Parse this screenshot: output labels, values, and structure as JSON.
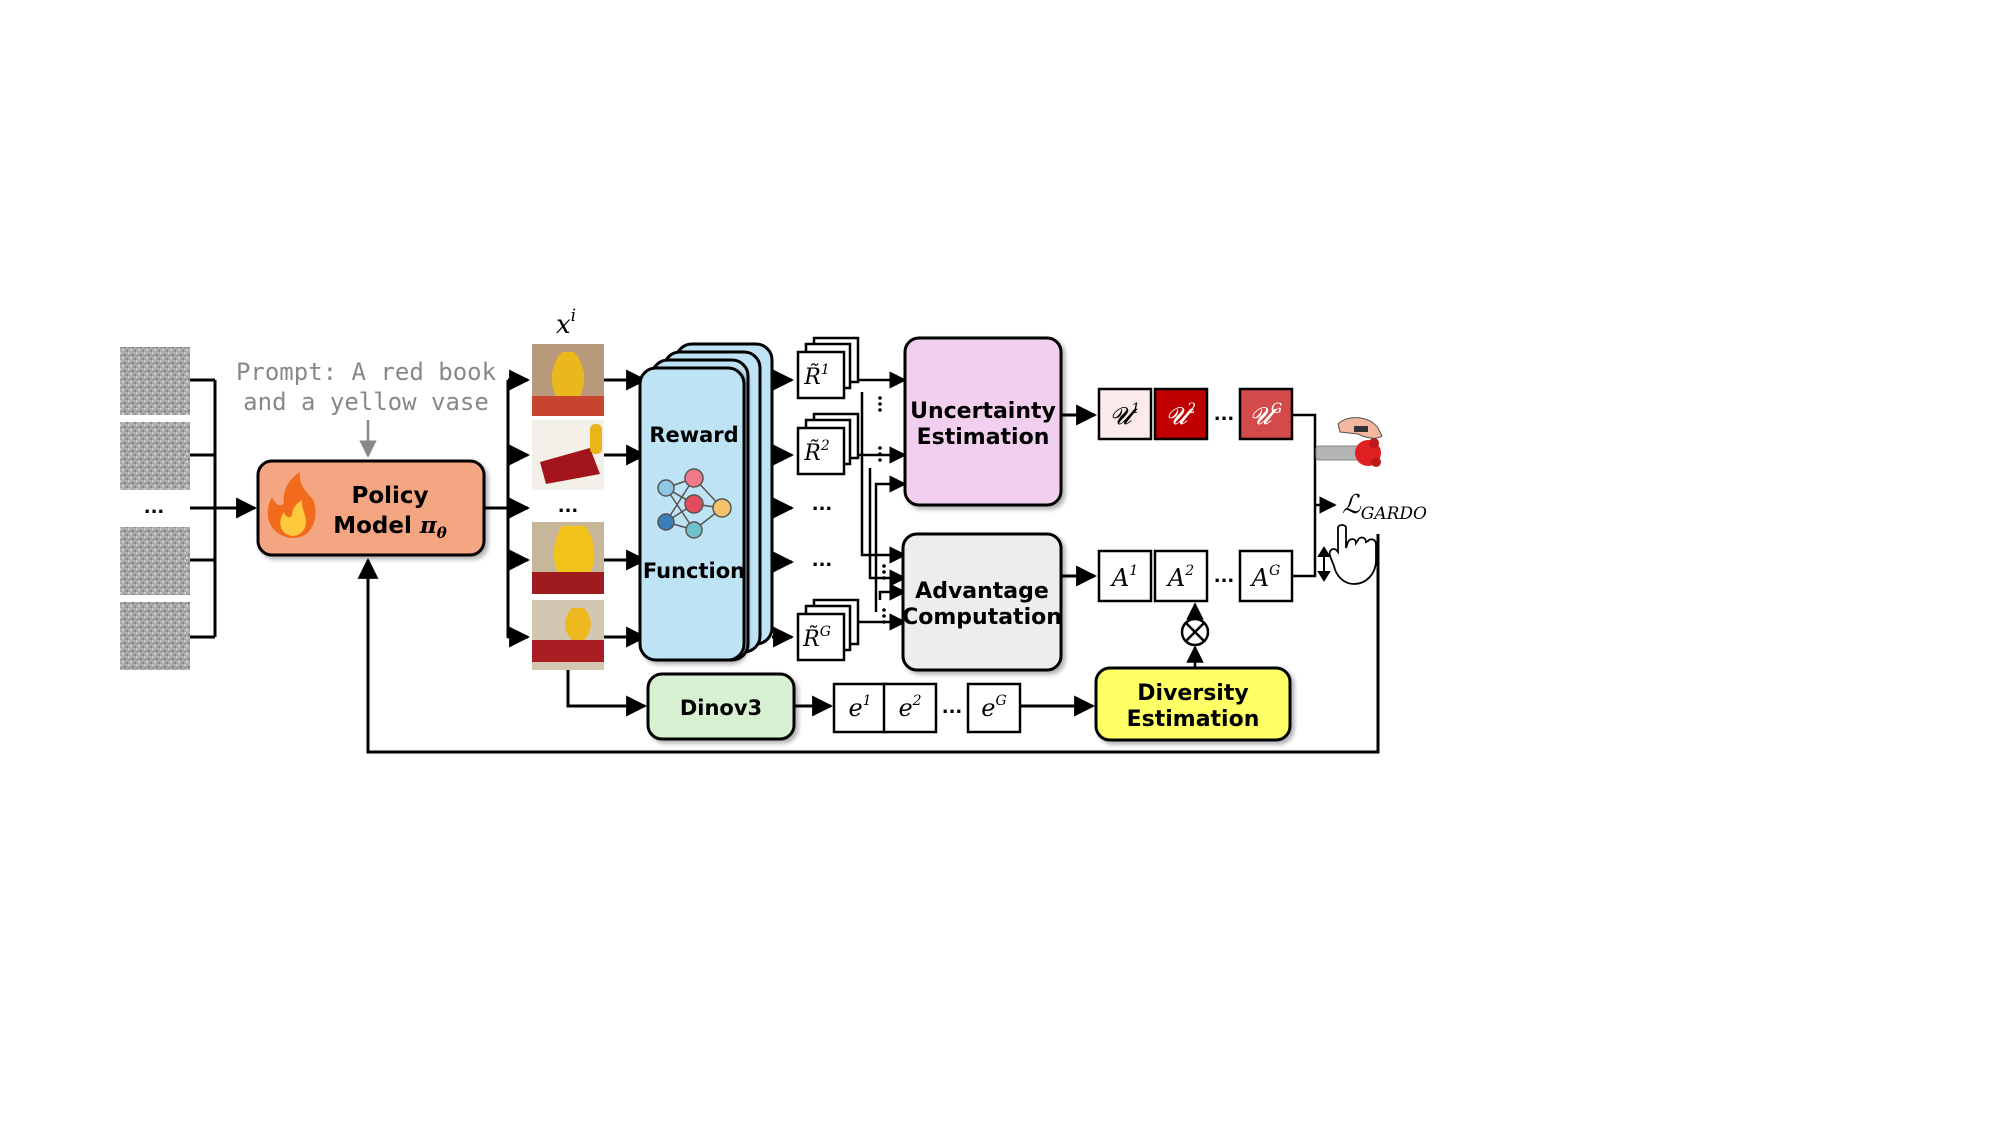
{
  "prompt": {
    "line1": "Prompt: A red book",
    "line2": "and a yellow vase"
  },
  "noise_ellipsis": "...",
  "policy": {
    "line1": "Policy",
    "line2": "Model",
    "symbol": "π",
    "subscript": "θ"
  },
  "samples": {
    "label_base": "x",
    "label_sup": "i",
    "ellipsis": "..."
  },
  "reward": {
    "line1": "Reward",
    "line2": "Function"
  },
  "rewards": {
    "base": "R̃",
    "sup1": "1",
    "sup2": "2",
    "supG": "G",
    "ellipsis": "..."
  },
  "uncertainty": {
    "line1": "Uncertainty",
    "line2": "Estimation"
  },
  "advantage": {
    "line1": "Advantage",
    "line2": "Computation"
  },
  "u_values": {
    "base": "𝓤",
    "sup1": "1",
    "sup2": "2",
    "supG": "G",
    "ellipsis": "..."
  },
  "a_values": {
    "base": "A",
    "sup1": "1",
    "sup2": "2",
    "supG": "G",
    "ellipsis": "..."
  },
  "loss": {
    "base": "ℒ",
    "subscript": "GARDO"
  },
  "dinov": {
    "label": "Dinov3"
  },
  "embeddings": {
    "base": "e",
    "sup1": "1",
    "sup2": "2",
    "supG": "G",
    "ellipsis": "..."
  },
  "diversity": {
    "line1": "Diversity",
    "line2": "Estimation"
  },
  "multiply_symbol": "⊗",
  "colors": {
    "policy_fill": "#F4A582",
    "reward_fill": "#BEE3F5",
    "uncertainty_fill": "#F2CFEF",
    "advantage_fill": "#EDEDED",
    "dinov_fill": "#D8F0D2",
    "diversity_fill": "#FFFF66",
    "u1_fill": "#FBEAEA",
    "u2_fill": "#C00000",
    "uG_fill": "#D24A4A",
    "prompt_text": "#888888"
  }
}
